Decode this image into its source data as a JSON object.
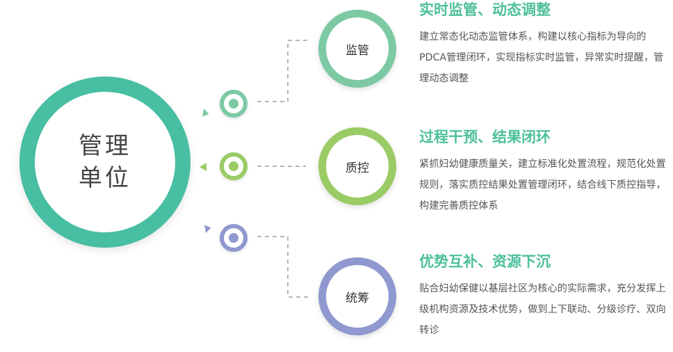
{
  "center": {
    "label": "管理单位",
    "color": "#48bea2"
  },
  "nodes": [
    {
      "label": "监管",
      "color": "#7cc9a4"
    },
    {
      "label": "质控",
      "color": "#9acb65"
    },
    {
      "label": "统筹",
      "color": "#8f98cf"
    }
  ],
  "blocks": [
    {
      "title": "实时监管、动态调整",
      "body": "建立常态化动态监管体系，构建以核心指标为导向的PDCA管理闭环，实现指标实时监管，异常实时提醒，管理动态调整"
    },
    {
      "title": "过程干预、结果闭环",
      "body": "紧抓妇幼健康质量关，建立标准化处置流程，规范化处置规则，落实质控结果处置管理闭环，结合线下质控指导，构建完善质控体系"
    },
    {
      "title": "优势互补、资源下沉",
      "body": "贴合妇幼保健以基层社区为核心的实际需求，充分发挥上级机构资源及技术优势，做到上下联动、分级诊疗、双向转诊"
    }
  ],
  "colors": {
    "title": "#4dbf9c",
    "body": "#555555",
    "connector": "#aaaaaa"
  }
}
